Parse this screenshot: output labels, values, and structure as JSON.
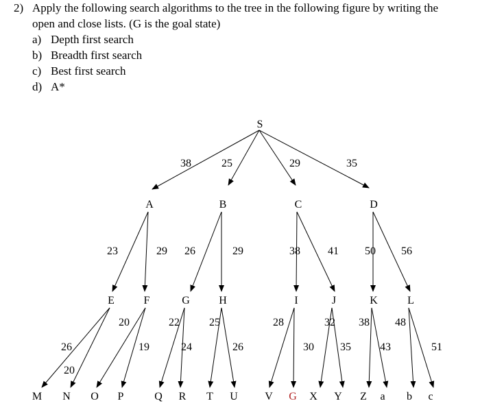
{
  "question": {
    "number": "2)",
    "text_line1": "Apply the following search algorithms to the tree in the following figure by writing the",
    "text_line2": "open and close lists. (G is the goal state)",
    "options": [
      {
        "letter": "a)",
        "text": "Depth first search"
      },
      {
        "letter": "b)",
        "text": "Breadth first search"
      },
      {
        "letter": "c)",
        "text": "Best first search"
      },
      {
        "letter": "d)",
        "text": "A*"
      }
    ]
  },
  "tree": {
    "colors": {
      "default": "#000000",
      "goal": "#b22222"
    },
    "nodes": [
      {
        "id": "S",
        "label": "S"
      },
      {
        "id": "A",
        "label": "A"
      },
      {
        "id": "B",
        "label": "B"
      },
      {
        "id": "C",
        "label": "C"
      },
      {
        "id": "D",
        "label": "D"
      },
      {
        "id": "E",
        "label": "E"
      },
      {
        "id": "F",
        "label": "F"
      },
      {
        "id": "G1",
        "label": "G"
      },
      {
        "id": "H",
        "label": "H"
      },
      {
        "id": "I",
        "label": "I"
      },
      {
        "id": "J",
        "label": "J"
      },
      {
        "id": "K",
        "label": "K"
      },
      {
        "id": "L",
        "label": "L"
      },
      {
        "id": "M",
        "label": "M"
      },
      {
        "id": "N",
        "label": "N"
      },
      {
        "id": "O",
        "label": "O"
      },
      {
        "id": "P",
        "label": "P"
      },
      {
        "id": "Q",
        "label": "Q"
      },
      {
        "id": "R",
        "label": "R"
      },
      {
        "id": "T",
        "label": "T"
      },
      {
        "id": "U",
        "label": "U"
      },
      {
        "id": "V",
        "label": "V"
      },
      {
        "id": "G2",
        "label": "G",
        "goal": true
      },
      {
        "id": "X",
        "label": "X"
      },
      {
        "id": "Y",
        "label": "Y"
      },
      {
        "id": "Z",
        "label": "Z"
      },
      {
        "id": "a",
        "label": "a"
      },
      {
        "id": "b",
        "label": "b"
      },
      {
        "id": "c",
        "label": "c"
      }
    ],
    "edges": [
      {
        "from": "S",
        "to": "A",
        "cost": "38"
      },
      {
        "from": "S",
        "to": "B",
        "cost": "25"
      },
      {
        "from": "S",
        "to": "C",
        "cost": "29"
      },
      {
        "from": "S",
        "to": "D",
        "cost": "35"
      },
      {
        "from": "A",
        "to": "E",
        "cost": "23"
      },
      {
        "from": "A",
        "to": "F",
        "cost": "29"
      },
      {
        "from": "B",
        "to": "G1",
        "cost": "26"
      },
      {
        "from": "B",
        "to": "H",
        "cost": "29"
      },
      {
        "from": "C",
        "to": "I",
        "cost": "38"
      },
      {
        "from": "C",
        "to": "J",
        "cost": "41"
      },
      {
        "from": "D",
        "to": "K",
        "cost": "50"
      },
      {
        "from": "D",
        "to": "L",
        "cost": "56"
      },
      {
        "from": "E",
        "to": "M",
        "cost": "26"
      },
      {
        "from": "E",
        "to": "N",
        "cost": "20"
      },
      {
        "from": "F",
        "to": "O",
        "cost": "20"
      },
      {
        "from": "F",
        "to": "P",
        "cost": "19"
      },
      {
        "from": "G1",
        "to": "Q",
        "cost": "22"
      },
      {
        "from": "G1",
        "to": "R",
        "cost": "24"
      },
      {
        "from": "H",
        "to": "T",
        "cost": "25"
      },
      {
        "from": "H",
        "to": "U",
        "cost": "26"
      },
      {
        "from": "I",
        "to": "V",
        "cost": "28"
      },
      {
        "from": "I",
        "to": "G2",
        "cost": "30"
      },
      {
        "from": "J",
        "to": "X",
        "cost": "32"
      },
      {
        "from": "J",
        "to": "Y",
        "cost": "35"
      },
      {
        "from": "K",
        "to": "Z",
        "cost": "38"
      },
      {
        "from": "K",
        "to": "a",
        "cost": "43"
      },
      {
        "from": "L",
        "to": "b",
        "cost": "48"
      },
      {
        "from": "L",
        "to": "c",
        "cost": "51"
      }
    ]
  }
}
